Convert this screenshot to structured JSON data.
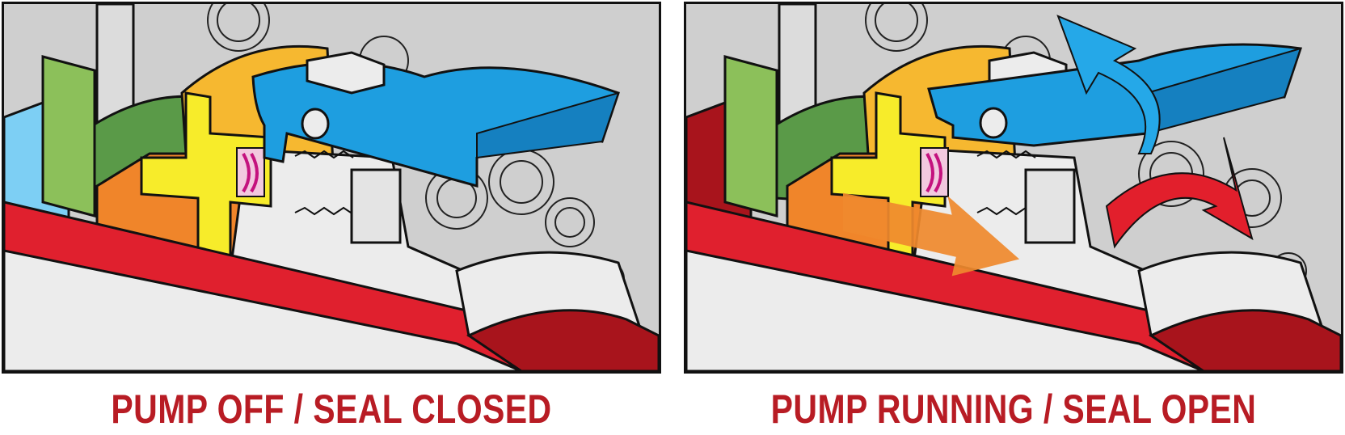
{
  "captions": {
    "left": "PUMP OFF / SEAL CLOSED",
    "right": "PUMP RUNNING / SEAL OPEN"
  },
  "colors": {
    "caption": "#b81c24",
    "red_body": "#e0202e",
    "dark_red": "#a8141c",
    "blue_lever": "#1e9ee0",
    "blue_lever_dark": "#1580c0",
    "yellow_seal": "#f7ec2a",
    "orange_housing": "#f0852a",
    "amber_ring": "#f6b830",
    "green_plate": "#8cc05a",
    "dark_green": "#5a9a48",
    "light_blue": "#7dcff4",
    "magenta_spring": "#c4127e",
    "grey_shaft": "#ececec",
    "background_grey": "#cfcfcf",
    "arrow_blue": "#25a8e8",
    "arrow_red": "#e21f2c",
    "arrow_orange": "#f08a2e"
  },
  "icons": {
    "blue_arrow": "curved-up-right-arrow",
    "red_arrow": "curved-right-arrow",
    "orange_arrow": "straight-right-arrow"
  }
}
